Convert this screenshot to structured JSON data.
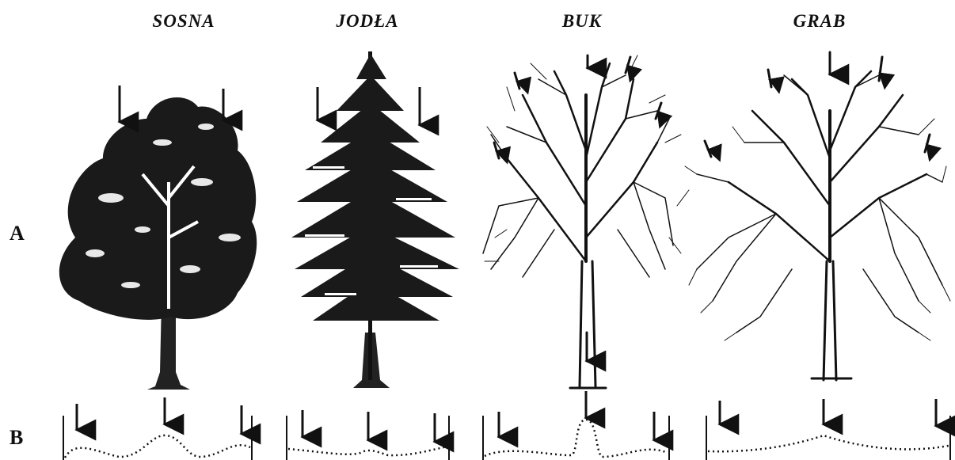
{
  "trees": [
    {
      "name": "SOSNA"
    },
    {
      "name": "JODŁA"
    },
    {
      "name": "BUK"
    },
    {
      "name": "GRAB"
    }
  ],
  "row_labels": {
    "a": "A",
    "b": "B"
  },
  "colors": {
    "ink": "#111111",
    "background": "#ffffff"
  }
}
